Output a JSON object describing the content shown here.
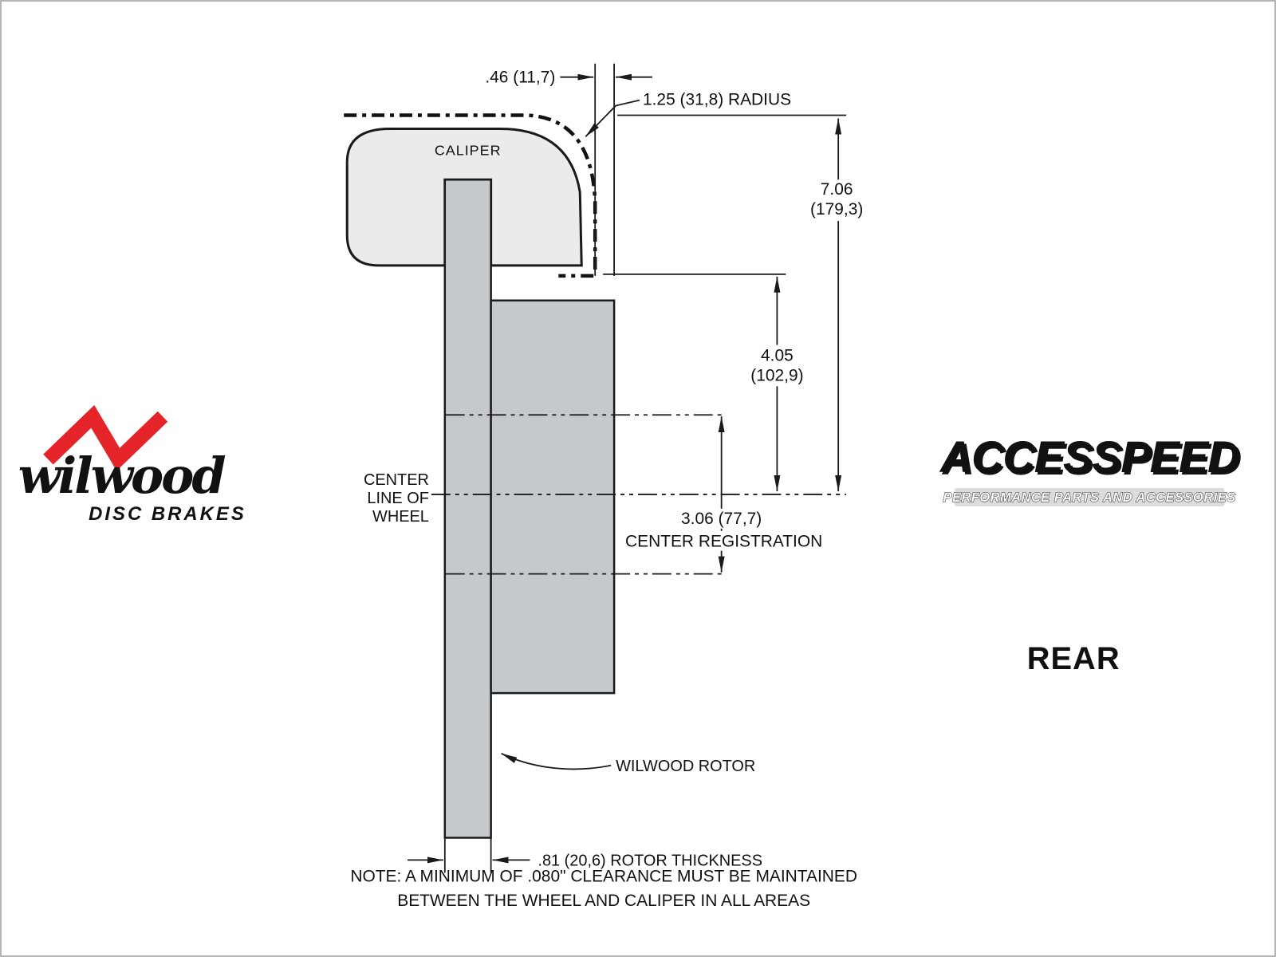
{
  "diagram": {
    "caliper_label": "CALIPER",
    "dims": {
      "top_gap": ".46 (11,7)",
      "radius": "1.25 (31,8) RADIUS",
      "overall_height_in": "7.06",
      "overall_height_mm": "(179,3)",
      "caliper_to_center_in": "4.05",
      "caliper_to_center_mm": "(102,9)",
      "center_registration_value": "3.06 (77,7)",
      "center_registration_label": "CENTER REGISTRATION",
      "rotor_thickness": ".81 (20,6) ROTOR THICKNESS"
    },
    "labels": {
      "center_line_1": "CENTER",
      "center_line_2": "LINE OF",
      "center_line_3": "WHEEL",
      "rotor": "WILWOOD ROTOR",
      "position": "REAR"
    },
    "note": {
      "line1": "NOTE: A MINIMUM OF .080\" CLEARANCE MUST BE MAINTAINED",
      "line2": "BETWEEN THE WHEEL AND CALIPER IN ALL AREAS"
    }
  },
  "logos": {
    "wilwood": {
      "name": "wilwood",
      "tagline": "DISC BRAKES"
    },
    "accesspeed": {
      "name": "ACCESSPEED",
      "tagline": "PERFORMANCE PARTS AND ACCESSORIES"
    }
  },
  "colors": {
    "caliper_fill": "#ebebeb",
    "rotor_fill": "#c6c9cc",
    "wilwood_red": "#e5242a",
    "line": "#1a1a1a"
  }
}
